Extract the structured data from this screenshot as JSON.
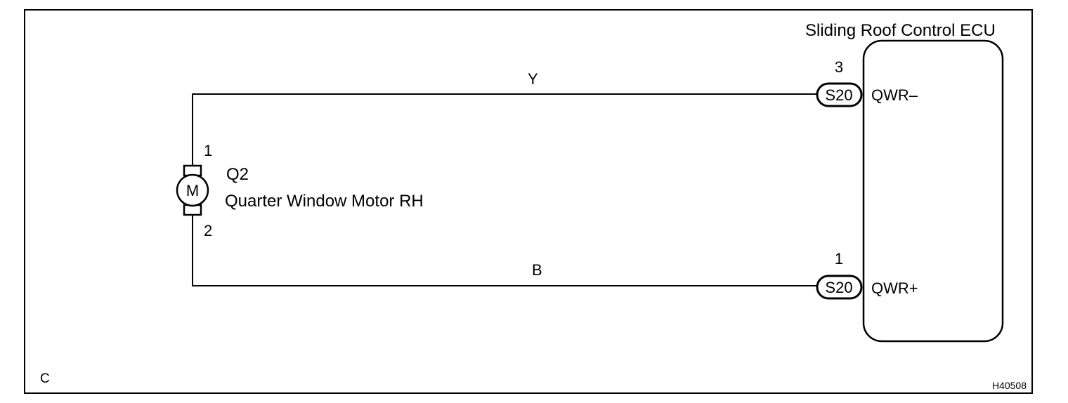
{
  "ecu": {
    "title": "Sliding Roof Control ECU",
    "terminals": [
      {
        "pin": "3",
        "connector": "S20",
        "signal": "QWR–",
        "wire_color": "Y"
      },
      {
        "pin": "1",
        "connector": "S20",
        "signal": "QWR+",
        "wire_color": "B"
      }
    ]
  },
  "motor": {
    "symbol": "M",
    "code": "Q2",
    "name": "Quarter Window Motor RH",
    "pin_top": "1",
    "pin_bottom": "2"
  },
  "frame": {
    "corner_label": "C",
    "figure_id": "H40508"
  }
}
